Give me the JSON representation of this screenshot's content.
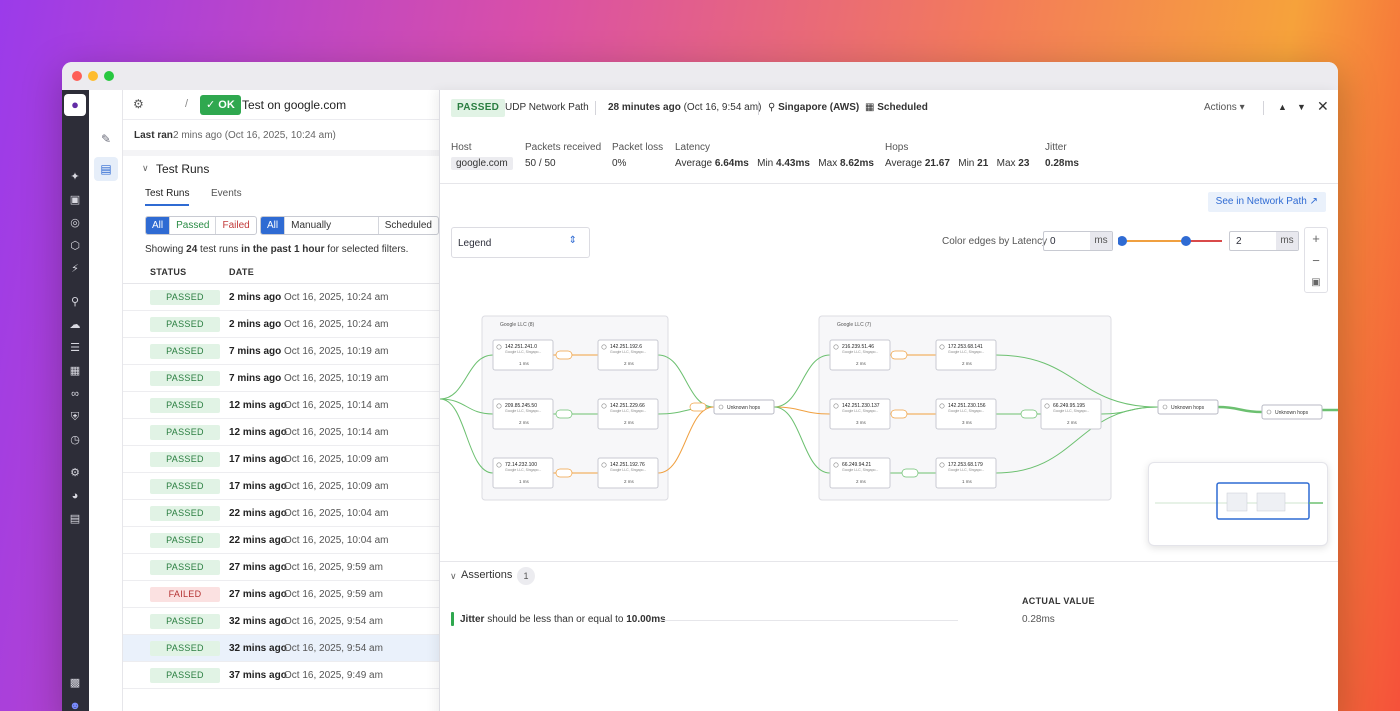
{
  "header": {
    "status": "OK",
    "title": "Test on google.com",
    "separator": "/"
  },
  "last_ran": {
    "label": "Last ran",
    "value": "2 mins ago (Oct 16, 2025, 10:24 am)"
  },
  "test_runs": {
    "title": "Test Runs",
    "tabs": [
      "Test Runs",
      "Events"
    ],
    "status_filters": [
      "All",
      "Passed",
      "Failed"
    ],
    "trigger_filters": [
      "All",
      "Manually Triggered",
      "Scheduled"
    ],
    "showing_prefix": "Showing ",
    "showing_count": "24",
    "showing_mid": " test runs ",
    "showing_range": "in the past 1 hour",
    "showing_suffix": " for selected filters.",
    "columns": [
      "STATUS",
      "DATE"
    ],
    "rows": [
      {
        "status": "PASSED",
        "ago": "2 mins ago",
        "date": "Oct 16, 2025, 10:24 am"
      },
      {
        "status": "PASSED",
        "ago": "2 mins ago",
        "date": "Oct 16, 2025, 10:24 am"
      },
      {
        "status": "PASSED",
        "ago": "7 mins ago",
        "date": "Oct 16, 2025, 10:19 am"
      },
      {
        "status": "PASSED",
        "ago": "7 mins ago",
        "date": "Oct 16, 2025, 10:19 am"
      },
      {
        "status": "PASSED",
        "ago": "12 mins ago",
        "date": "Oct 16, 2025, 10:14 am"
      },
      {
        "status": "PASSED",
        "ago": "12 mins ago",
        "date": "Oct 16, 2025, 10:14 am"
      },
      {
        "status": "PASSED",
        "ago": "17 mins ago",
        "date": "Oct 16, 2025, 10:09 am"
      },
      {
        "status": "PASSED",
        "ago": "17 mins ago",
        "date": "Oct 16, 2025, 10:09 am"
      },
      {
        "status": "PASSED",
        "ago": "22 mins ago",
        "date": "Oct 16, 2025, 10:04 am"
      },
      {
        "status": "PASSED",
        "ago": "22 mins ago",
        "date": "Oct 16, 2025, 10:04 am"
      },
      {
        "status": "PASSED",
        "ago": "27 mins ago",
        "date": "Oct 16, 2025, 9:59 am"
      },
      {
        "status": "FAILED",
        "ago": "27 mins ago",
        "date": "Oct 16, 2025, 9:59 am"
      },
      {
        "status": "PASSED",
        "ago": "32 mins ago",
        "date": "Oct 16, 2025, 9:54 am"
      },
      {
        "status": "PASSED",
        "ago": "32 mins ago",
        "date": "Oct 16, 2025, 9:54 am",
        "selected": true
      },
      {
        "status": "PASSED",
        "ago": "37 mins ago",
        "date": "Oct 16, 2025, 9:49 am"
      }
    ]
  },
  "detail": {
    "status": "PASSED",
    "test_type": "UDP Network Path",
    "time_bold": "28 minutes ago",
    "time_rest": " (Oct 16, 9:54 am)",
    "location": "Singapore (AWS)",
    "trigger": "Scheduled",
    "actions_label": "Actions",
    "stats": {
      "host_label": "Host",
      "host": "google.com",
      "packets_label": "Packets received",
      "packets": "50 / 50",
      "loss_label": "Packet loss",
      "loss": "0%",
      "latency_label": "Latency",
      "latency_avg_label": "Average",
      "latency_avg": "6.64ms",
      "latency_min_label": "Min",
      "latency_min": "4.43ms",
      "latency_max_label": "Max",
      "latency_max": "8.62ms",
      "hops_label": "Hops",
      "hops_avg_label": "Average",
      "hops_avg": "21.67",
      "hops_min_label": "Min",
      "hops_min": "21",
      "hops_max_label": "Max",
      "hops_max": "23",
      "jitter_label": "Jitter",
      "jitter": "0.28ms"
    },
    "graph": {
      "see_network_path": "See in Network Path",
      "legend_label": "Legend",
      "color_edges_label": "Color edges by Latency",
      "min_value": "0",
      "max_value": "2",
      "unit": "ms",
      "groups": [
        "Google LLC (8)",
        "Google LLC (7)"
      ],
      "unknown_label": "Unknown hops",
      "nodes": [
        {
          "ip": "142.251.241.0",
          "sub": "Google LLC, Singapo...",
          "lat": "1 ms"
        },
        {
          "ip": "142.251.192.6",
          "sub": "Google LLC, Singapo...",
          "lat": "2 ms"
        },
        {
          "ip": "209.85.245.50",
          "sub": "Google LLC, Singapo...",
          "lat": "2 ms"
        },
        {
          "ip": "142.251.229.66",
          "sub": "Google LLC, Singapo...",
          "lat": "2 ms"
        },
        {
          "ip": "72.14.232.100",
          "sub": "Google LLC, Singapo...",
          "lat": "1 ms"
        },
        {
          "ip": "142.251.192.76",
          "sub": "Google LLC, Singapo...",
          "lat": "2 ms"
        },
        {
          "ip": "216.239.51.46",
          "sub": "Google LLC, Singapo...",
          "lat": "2 ms"
        },
        {
          "ip": "172.253.68.141",
          "sub": "Google LLC, Singapo...",
          "lat": "2 ms"
        },
        {
          "ip": "142.251.230.137",
          "sub": "Google LLC, Singapo...",
          "lat": "3 ms"
        },
        {
          "ip": "142.251.230.156",
          "sub": "Google LLC, Singapo...",
          "lat": "3 ms"
        },
        {
          "ip": "66.249.95.195",
          "sub": "Google LLC, Singapo...",
          "lat": "2 ms"
        },
        {
          "ip": "66.249.94.21",
          "sub": "Google LLC, Singapo...",
          "lat": "2 ms"
        },
        {
          "ip": "172.253.68.179",
          "sub": "Google LLC, Singapo...",
          "lat": "1 ms"
        }
      ]
    },
    "assertions": {
      "title": "Assertions",
      "count": "1",
      "actual_value_label": "ACTUAL VALUE",
      "metric": "Jitter",
      "condition": " should be less than or equal to ",
      "target": "10.00ms",
      "actual": "0.28ms"
    }
  },
  "colors": {
    "accent": "#2f6bd3",
    "pass": "#2fa84f",
    "fail": "#c23b3b",
    "edge_green": "#6cc070",
    "edge_orange": "#f0a040"
  }
}
